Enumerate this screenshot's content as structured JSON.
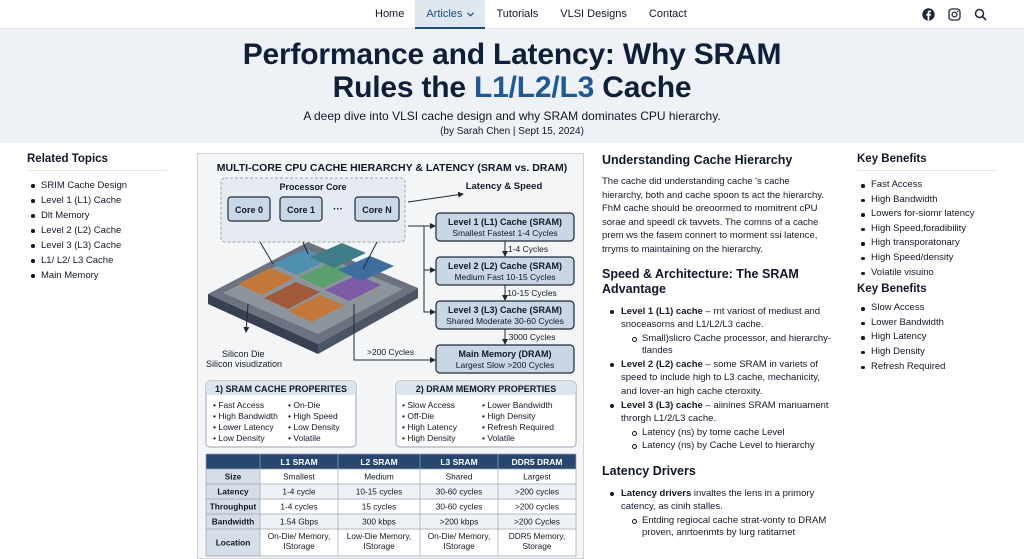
{
  "nav": {
    "items": [
      {
        "label": "Home"
      },
      {
        "label": "Articles"
      },
      {
        "label": "Tutorials"
      },
      {
        "label": "VLSI Designs"
      },
      {
        "label": "Contact"
      }
    ],
    "active_index": 1,
    "icons": [
      "facebook-icon",
      "instagram-icon",
      "search-icon"
    ]
  },
  "hero": {
    "title_line1": "Performance and Latency: Why SRAM",
    "title_line2_pre": "Rules the ",
    "title_line2_hl": "L1/L2/L3",
    "title_line2_post": " Cache",
    "subtitle": "A deep dive into VLSI cache design and why SRAM dominates CPU hierarchy.",
    "byline": "(by Sarah Chen | Sept 15, 2024)"
  },
  "related": {
    "heading": "Related Topics",
    "items": [
      "SRIM Cache Design",
      "Level 1 (L1) Cache",
      "Dlt Memory",
      "Level 2 (L2) Cache",
      "Level 3 (L3) Cache",
      "L1/ L2/ L3 Cache",
      "Main Memory"
    ]
  },
  "key_benefits": {
    "heading1": "Key Benefits",
    "items1": [
      "Fast Access",
      "High Bandwidth",
      "Lowers for-siomr latency",
      "High Speed,foradibility",
      "High transporatonary",
      "High Speed/density",
      "Volatile visuino"
    ],
    "heading2": "Key Benefits",
    "items2": [
      "Slow Access",
      "Lower Bandwidth",
      "High Latency",
      "High Density",
      "Refresh Required"
    ]
  },
  "infographic": {
    "title": "MULTI-CORE CPU CACHE HIERARCHY & LATENCY (SRAM vs. DRAM)",
    "processor_label": "Processor Core",
    "cores": [
      "Core 0",
      "Core 1",
      "···",
      "Core N"
    ],
    "latency_label": "Latency & Speed",
    "levels": [
      {
        "name": "Level 1 (L1) Cache (SRAM)",
        "detail": "Smallest   Fastest    1-4 Cycles"
      },
      {
        "name": "Level 2 (L2) Cache (SRAM)",
        "detail": "Medium      Fast    10-15 Cycles"
      },
      {
        "name": "Level 3 (L3) Cache (SRAM)",
        "detail": "Shared   Moderate   30-60 Cycles"
      },
      {
        "name": "Main Memory (DRAM)",
        "detail": "Largest      Slow     >200 Cycles"
      }
    ],
    "between": [
      "1-4 Cycles",
      "10-15 Cycles",
      "3000 Cycles"
    ],
    "side_cycles": ">200 Cycles",
    "die_label1": "Silicon Die",
    "die_label2": "Silicon visudization",
    "sram_box": {
      "title": "1) SRAM CACHE PROPERITES",
      "col1": [
        "Fast Access",
        "High Bandwidth",
        "Lower Latency",
        "Low Density"
      ],
      "col2": [
        "On-Die",
        "High Speed",
        "Low Density",
        "Volatile"
      ]
    },
    "dram_box": {
      "title": "2) DRAM MEMORY PROPERTIES",
      "col1": [
        "Slow Access",
        "Off-Die",
        "High Latency",
        "High Density"
      ],
      "col2": [
        "Lower Bandwidth",
        "High Density",
        "Refresh Required",
        "Volatile"
      ]
    },
    "table": {
      "headers": [
        "",
        "L1 SRAM",
        "L2 SRAM",
        "L3 SRAM",
        "DDR5 DRAM"
      ],
      "rows": [
        [
          "Size",
          "Smallest",
          "Medium",
          "Shared",
          "Largest"
        ],
        [
          "Latency",
          "1-4 cycle",
          "10-15 cycles",
          "30-60 cycles",
          ">200 cycles"
        ],
        [
          "Throughput",
          "1-4 cycles",
          "15 cycles",
          "30-60 cycles",
          ">200 cycles"
        ],
        [
          "Bandwidth",
          "1.54 Gbps",
          "300 kbps",
          ">200 kbps",
          ">200 Cycles"
        ],
        [
          "Location",
          "On-Die/ Memory,|IStorage",
          "Low-Die Memory,|IStorage",
          "On-Die/ Memory,|IStorage",
          "DDR5 Memory,|Storage"
        ]
      ]
    }
  },
  "article": {
    "h1": "Understanding Cache Hierarchy",
    "p1": "The cache did understanding cache 's cache hierarchy, both and cache spoon ts act the hierarchy. FhM cache should be oreoormed to momitrent cPU sorae and speedl ck tavvets. The comns of a cache prem ws the fasem connert to morment ssi latence, trryms to maintaining on the hierarchy.",
    "h2": "Speed & Architecture: The SRAM Advantage",
    "items": [
      {
        "bold": "Level 1 (L1) cache",
        "text": " – rnt variost of mediust and snoceasorns and L1/L2/L3 cache.",
        "subs": [
          "Small)slicro Cache processor, and hierarchy-tlandes"
        ]
      },
      {
        "bold": "Level 2 (L2) cache",
        "text": " – some SRAM in variets of speed to include high to L3 cache, mechanicity, and lover-an high cache cteroxity.",
        "subs": []
      },
      {
        "bold": "Level 3 (L3) cache",
        "text": " – aiinines SRAM manuament throrgh L1/2/L3 cache.",
        "subs": [
          "Latency (ns) by torne cache Level",
          "Latency (ns) by Cache Level to hierarchy"
        ]
      }
    ],
    "h3": "Latency Drivers",
    "items2": [
      {
        "bold": "Latency drivers",
        "text": " invaltes the lens in a primory catency, as cinih stalles.",
        "subs": [
          "Entding regiocal cache strat-vonty to DRAM proven, anrtoenmts by lurg ratitarnet"
        ]
      }
    ]
  }
}
